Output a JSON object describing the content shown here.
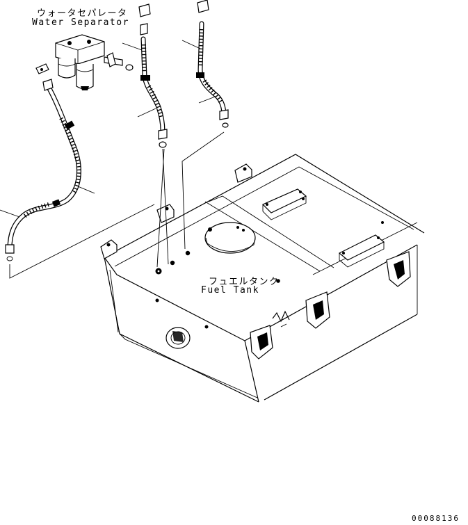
{
  "labels": {
    "water_separator_jp": "ウォータセパレータ",
    "water_separator_en": "Water Separator",
    "fuel_tank_jp": "フュエルタンク",
    "fuel_tank_en": "Fuel Tank"
  },
  "drawing_id": "00088136"
}
